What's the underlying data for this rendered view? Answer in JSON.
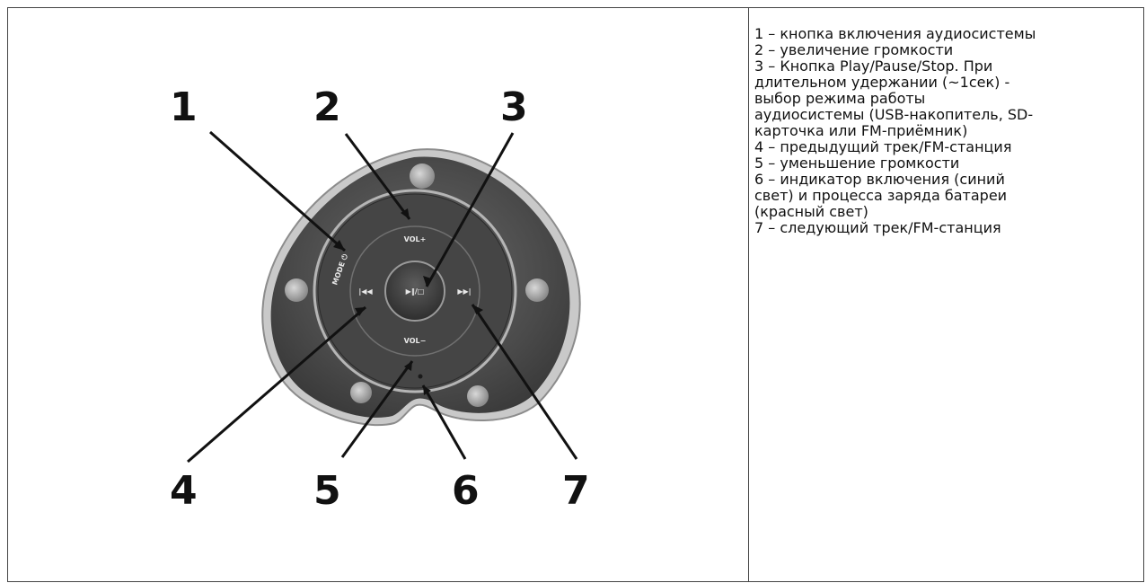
{
  "callouts": [
    "1",
    "2",
    "3",
    "4",
    "5",
    "6",
    "7"
  ],
  "device": {
    "play_label": "▶‖/□",
    "vol_up_label": "VOL+",
    "vol_down_label": "VOL−",
    "prev_label": "|◀◀",
    "next_label": "▶▶|",
    "power_label": "MODE ⏻"
  },
  "legend": [
    "1 – кнопка включения аудиосистемы",
    "2 – увеличение громкости",
    "3 – Кнопка Play/Pause/Stop. При",
    "длительном удержании (~1сек) -",
    "выбор режима работы",
    "аудиосистемы (USB-накопитель, SD-",
    "карточка или FM-приёмник)",
    "4 – предыдущий трек/FM-станция",
    "5 – уменьшение громкости",
    "6 – индикатор включения (синий",
    "свет) и процесса заряда батареи",
    "(красный свет)",
    "7 – следующий трек/FM-станция"
  ]
}
